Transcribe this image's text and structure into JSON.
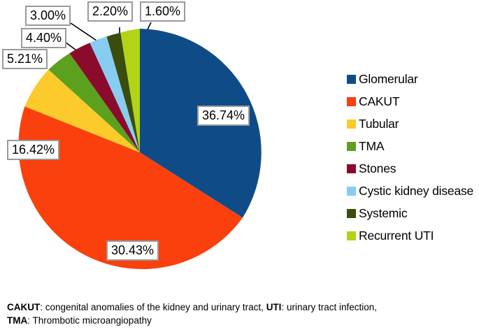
{
  "chart_data": {
    "type": "pie",
    "title": "",
    "categories": [
      "Glomerular",
      "CAKUT",
      "Tubular",
      "TMA",
      "Stones",
      "Cystic kidney disease",
      "Systemic",
      "Recurrent UTI"
    ],
    "values": [
      36.74,
      30.43,
      16.42,
      5.21,
      4.4,
      3.0,
      2.2,
      1.6
    ],
    "value_labels": [
      "36.74%",
      "30.43%",
      "16.42%",
      "5.21%",
      "4.40%",
      "3.00%",
      "2.20%",
      "1.60%"
    ],
    "colors": [
      "#0f4c87",
      "#fa400d",
      "#fdca2b",
      "#5ca11e",
      "#8b0b2c",
      "#87cdf2",
      "#3a4d0c",
      "#b3d316"
    ],
    "units": "percent",
    "legend_position": "right",
    "grid": false,
    "start_angle_deg": 0,
    "direction": "clockwise"
  },
  "legend": {
    "items": [
      {
        "label": "Glomerular",
        "color": "#0f4c87"
      },
      {
        "label": "CAKUT",
        "color": "#fa400d"
      },
      {
        "label": "Tubular",
        "color": "#fdca2b"
      },
      {
        "label": "TMA",
        "color": "#5ca11e"
      },
      {
        "label": "Stones",
        "color": "#8b0b2c"
      },
      {
        "label": "Cystic kidney disease",
        "color": "#87cdf2"
      },
      {
        "label": "Systemic",
        "color": "#3a4d0c"
      },
      {
        "label": "Recurrent UTI",
        "color": "#b3d316"
      }
    ]
  },
  "callouts": {
    "glomerular": "36.74%",
    "cakut": "30.43%",
    "tubular": "16.42%",
    "tma": "5.21%",
    "stones": "4.40%",
    "cystic": "3.00%",
    "systemic": "2.20%",
    "recurrent_uti": "1.60%"
  },
  "footnote": {
    "line1_abbr1": "CAKUT",
    "line1_text1": ": congenital anomalies of the kidney and urinary tract, ",
    "line1_abbr2": "UTI",
    "line1_text2": ": urinary tract infection,",
    "line2_abbr": "TMA",
    "line2_text": ": Thrombotic microangiopathy"
  }
}
